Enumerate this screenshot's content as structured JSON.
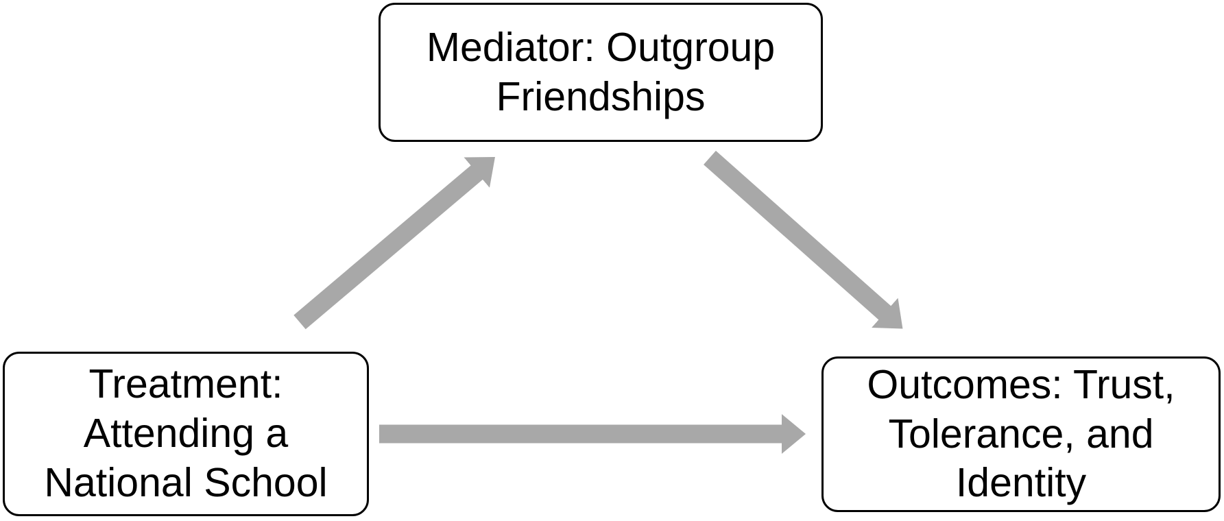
{
  "diagram": {
    "type": "mediation-path-diagram",
    "background_color": "#ffffff",
    "node_fill_color": "#ffffff",
    "node_border_color": "#000000",
    "text_color": "#000000",
    "arrow_color": "#a8a8a8",
    "nodes": {
      "mediator": {
        "label": "Mediator: Outgroup\nFriendships"
      },
      "treatment": {
        "label": "Treatment:\nAttending a\nNational School"
      },
      "outcomes": {
        "label": "Outcomes: Trust,\nTolerance, and\nIdentity"
      }
    },
    "edges": [
      {
        "from": "treatment",
        "to": "mediator"
      },
      {
        "from": "mediator",
        "to": "outcomes"
      },
      {
        "from": "treatment",
        "to": "outcomes"
      }
    ]
  }
}
